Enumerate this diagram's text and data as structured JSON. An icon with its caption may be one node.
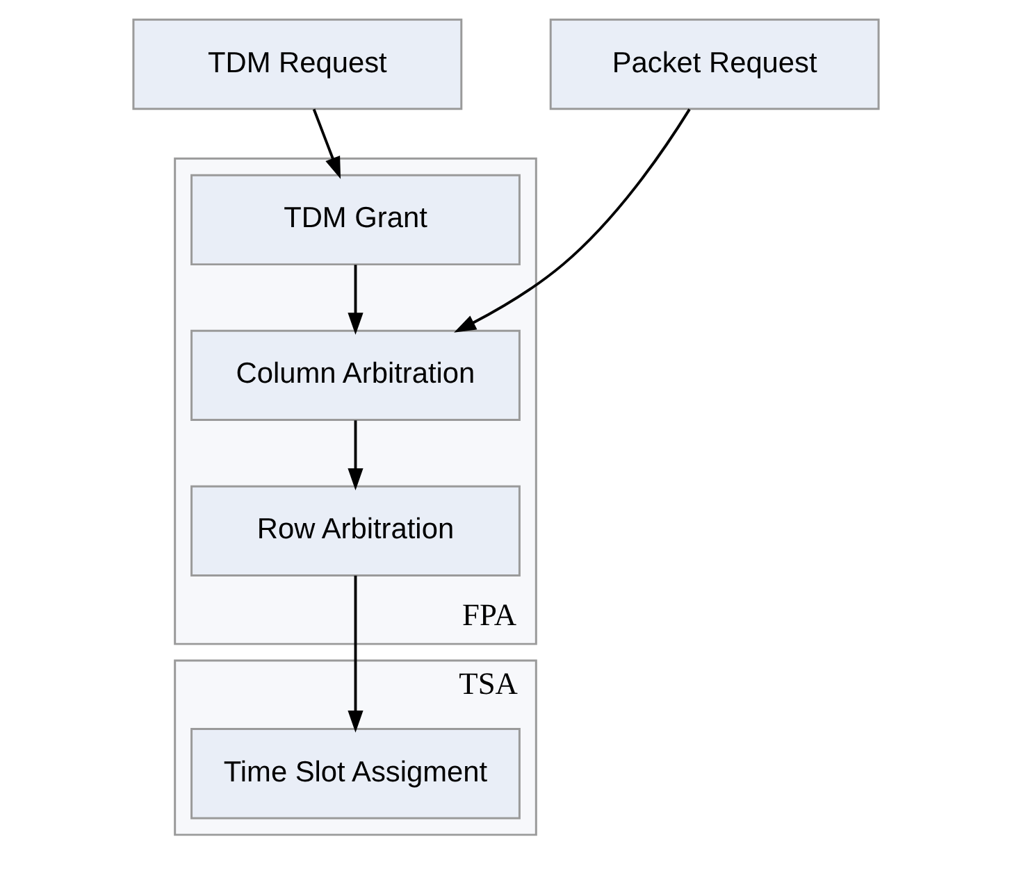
{
  "diagram": {
    "nodes": [
      {
        "text": [
          "TDM Request"
        ]
      },
      {
        "text": [
          "Packet Request"
        ]
      },
      {
        "text": [
          "FPA"
        ]
      },
      {
        "text": [
          "TDM Grant"
        ],
        "in": 2
      },
      {
        "text": [
          "Column Arbitration"
        ],
        "in": 2
      },
      {
        "text": [
          "Row Arbitration"
        ],
        "in": 2
      },
      {
        "text": [
          "TSA"
        ]
      },
      {
        "text": [
          "Time Slot Assigment"
        ],
        "in": 6
      }
    ],
    "edges": [
      {
        "from": 0,
        "to": 3,
        "arrow": "to"
      },
      {
        "from": 3,
        "to": 4,
        "arrow": "to"
      },
      {
        "from": 1,
        "to": 4,
        "arrow": "to"
      },
      {
        "from": 4,
        "to": 5,
        "arrow": "to"
      },
      {
        "from": 5,
        "to": 7,
        "arrow": "to"
      }
    ]
  }
}
